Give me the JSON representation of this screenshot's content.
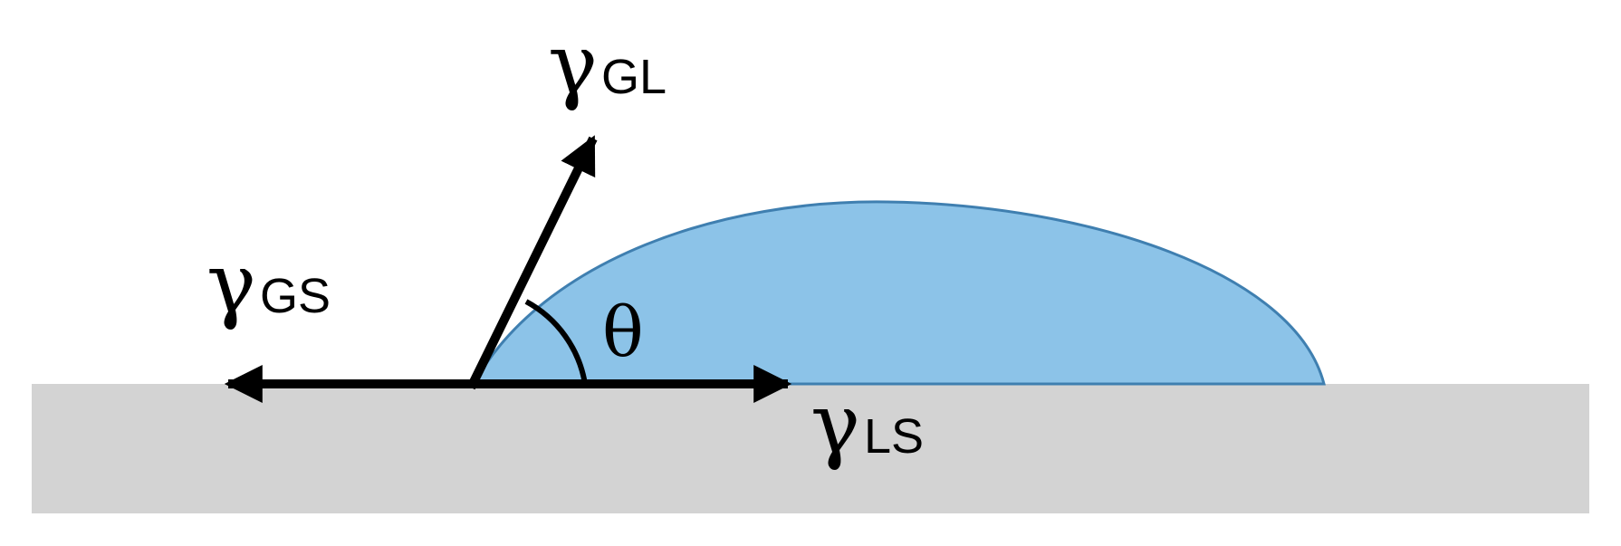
{
  "labels": {
    "gamma_gl": {
      "symbol": "γ",
      "subscript": "GL"
    },
    "gamma_gs": {
      "symbol": "γ",
      "subscript": "GS"
    },
    "gamma_ls": {
      "symbol": "γ",
      "subscript": "LS"
    },
    "theta": "θ"
  },
  "colors": {
    "substrate": "#d3d3d3",
    "droplet_fill": "#8cc3e8",
    "droplet_edge": "#3f7fb0",
    "arrow": "#000000",
    "text": "#000000"
  }
}
